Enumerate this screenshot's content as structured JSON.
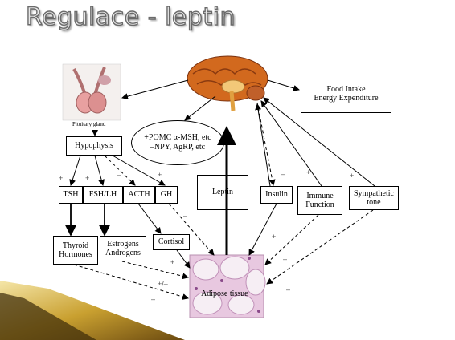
{
  "title": "Regulace - leptin",
  "pituitary_label": "Pituitary gland",
  "boxes": {
    "food": "Food Intake\nEnergy Expenditure",
    "hypophysis": "Hypophysis",
    "pomc": "+POMC α-MSH, etc\n–NPY, AgRP, etc",
    "tsh": "TSH",
    "fshlh": "FSH/LH",
    "acth": "ACTH",
    "gh": "GH",
    "leptin": "Leptin",
    "insulin": "Insulin",
    "immune": "Immune\nFunction",
    "sympathetic": "Sympathetic\ntone",
    "thyroid": "Thyroid\nHormones",
    "estrogens": "Estrogens\nAndrogens",
    "cortisol": "Cortisol",
    "adipose": "Adipose tissue"
  },
  "signs": {
    "tsh_plus": "+",
    "fsh_plus": "+",
    "acth_minus": "–",
    "gh_plus": "+",
    "insulin_minus": "–",
    "immune_plus": "+",
    "symp_plus": "+",
    "gh_fat_minus": "–",
    "insulin_fat_plus": "+",
    "immune_fat_minus": "–",
    "symp_fat_minus": "–",
    "cortisol_plus": "+",
    "estro_pm": "+/–",
    "thyroid_minus": "–"
  },
  "colors": {
    "brain": "#d2691e",
    "pituitary": "#e8a0a0",
    "adipose": "#e8c8e0",
    "deco": "#e0c060"
  }
}
